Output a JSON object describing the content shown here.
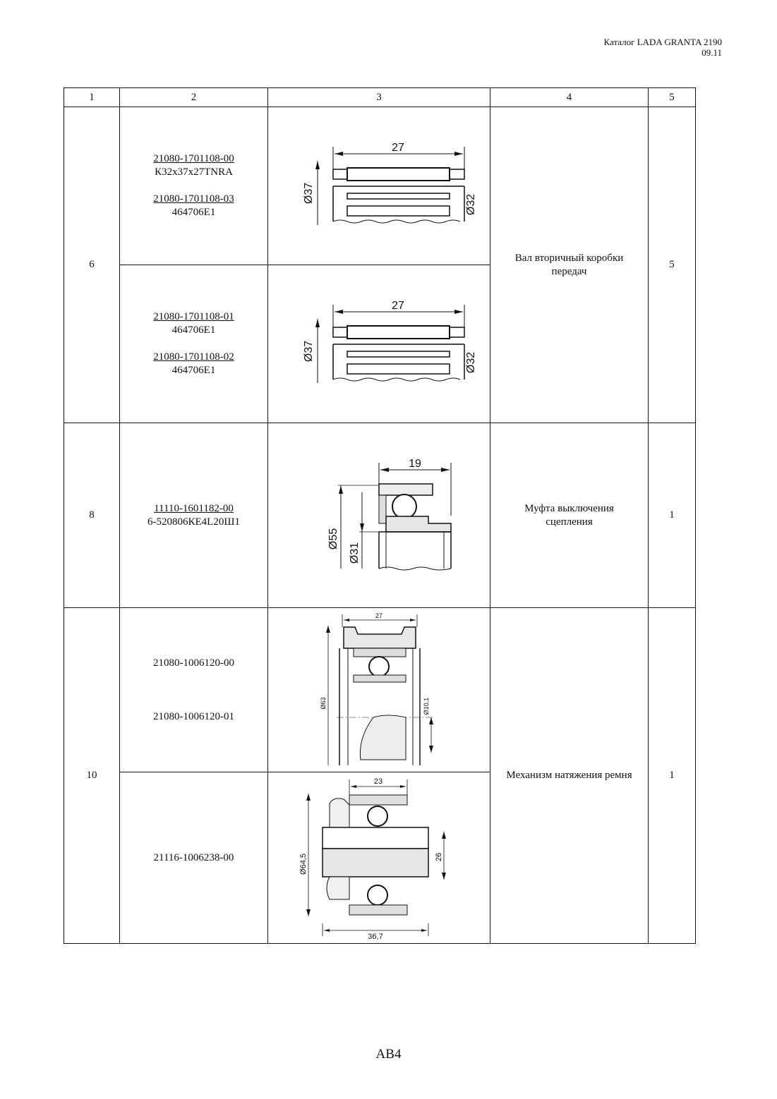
{
  "header": {
    "line1": "Каталог LADA GRANTA 2190",
    "line2": "09.11"
  },
  "columns": [
    "1",
    "2",
    "3",
    "4",
    "5"
  ],
  "rows": [
    {
      "pos": "6",
      "desc_line1": "Вал вторичный коробки",
      "desc_line2": "передач",
      "qty": "5",
      "sub": [
        {
          "parts": [
            {
              "num": "21080-1701108-00",
              "code": "К32х37х27TNRA"
            },
            {
              "num": "21080-1701108-03",
              "code": "464706E1"
            }
          ],
          "dims": {
            "length": "27",
            "outer": "Ø37",
            "inner": "Ø32"
          }
        },
        {
          "parts": [
            {
              "num": "21080-1701108-01",
              "code": "464706E1"
            },
            {
              "num": "21080-1701108-02",
              "code": "464706E1"
            }
          ],
          "dims": {
            "length": "27",
            "outer": "Ø37",
            "inner": "Ø32"
          }
        }
      ]
    },
    {
      "pos": "8",
      "desc_line1": "Муфта выключения",
      "desc_line2": "сцепления",
      "qty": "1",
      "parts": [
        {
          "num": "11110-1601182-00",
          "code": "6-520806КЕ4L20Ш1"
        }
      ],
      "dims": {
        "length": "19",
        "outer": "Ø55",
        "inner": "Ø31"
      }
    },
    {
      "pos": "10",
      "desc_line1": "Механизм натяжения ремня",
      "qty": "1",
      "sub": [
        {
          "parts": [
            "21080-1006120-00",
            "21080-1006120-01"
          ],
          "dims": {
            "width": "27",
            "outer": "Ø63",
            "inner": "Ø10,1"
          }
        },
        {
          "parts": [
            "21116-1006238-00"
          ],
          "dims": {
            "width": "23",
            "outer": "Ø64,5",
            "height": "26",
            "total": "36,7"
          }
        }
      ]
    }
  ],
  "footer": {
    "page": "АВ4"
  }
}
